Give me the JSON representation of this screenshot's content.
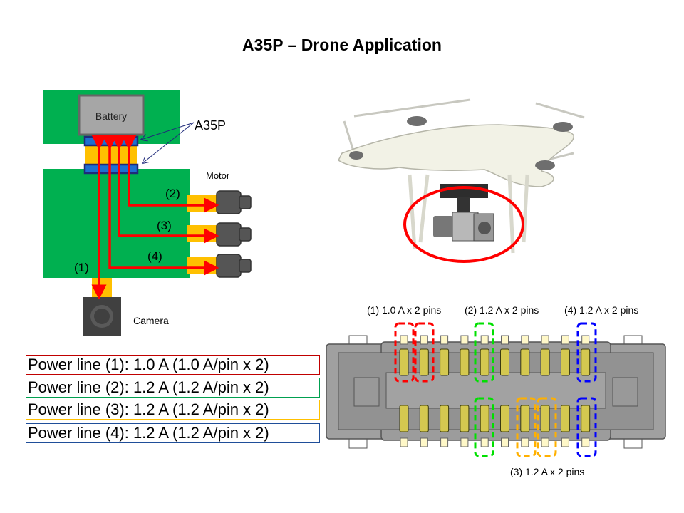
{
  "title": "A35P – Drone Application",
  "block_diagram": {
    "battery_label": "Battery",
    "connector_label": "A35P",
    "motor_label": "Motor",
    "camera_label": "Camera",
    "line_labels": [
      "(1)",
      "(2)",
      "(3)",
      "(4)"
    ],
    "colors": {
      "board": "#00b050",
      "flex": "#ffc000",
      "connector": "#1f6fd0",
      "connector_border": "#1f2a7a",
      "arrow": "#ff0000",
      "battery": "#a6a6a6",
      "device": "#404040"
    }
  },
  "power_lines": [
    {
      "text": "Power line (1): 1.0 A (1.0 A/pin x 2)",
      "color": "#c00000"
    },
    {
      "text": "Power line (2): 1.2 A (1.2 A/pin x 2)",
      "color": "#00a050"
    },
    {
      "text": "Power line (3): 1.2 A (1.2 A/pin x 2)",
      "color": "#ffc000"
    },
    {
      "text": "Power line (4): 1.2 A (1.2 A/pin x 2)",
      "color": "#1f4e99"
    }
  ],
  "connector_pinout": {
    "top_labels": [
      "(1) 1.0 A x 2 pins",
      "(2) 1.2 A x 2 pins",
      "(4) 1.2 A x 2 pins"
    ],
    "bottom_label": "(3) 1.2 A x 2 pins",
    "pins_per_row": 10,
    "highlight_colors": {
      "line1": "#ff0000",
      "line2": "#00e000",
      "line3": "#ffb000",
      "line4": "#0000ff"
    }
  },
  "drone_image": {
    "highlight": "camera-gimbal",
    "highlight_color": "#ff0000"
  }
}
